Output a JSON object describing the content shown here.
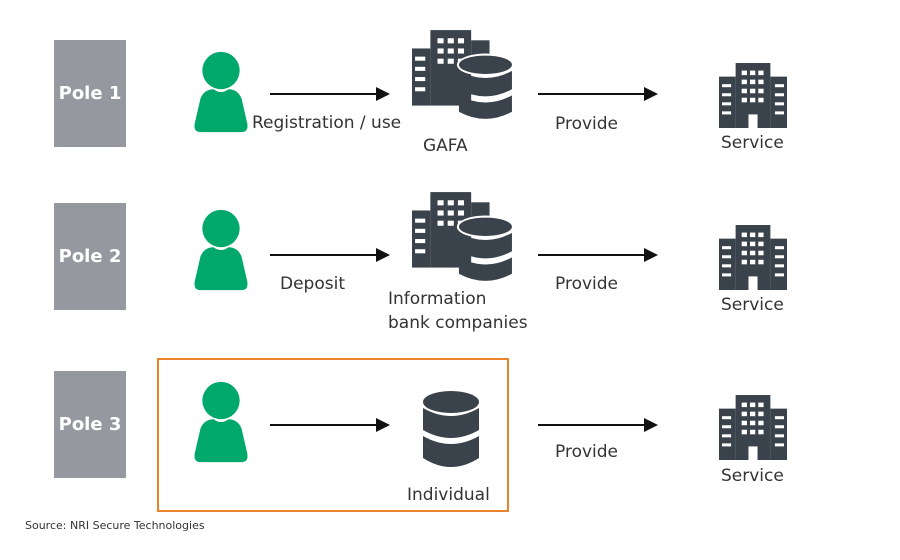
{
  "poles": [
    {
      "label": "Pole 1",
      "action": "Registration / use",
      "holder": "GAFA",
      "flow": "Provide",
      "target": "Service"
    },
    {
      "label": "Pole 2",
      "action": "Deposit",
      "holder_lines": [
        "Information",
        "bank companies"
      ],
      "flow": "Provide",
      "target": "Service"
    },
    {
      "label": "Pole 3",
      "action": "",
      "holder": "Individual",
      "flow": "Provide",
      "target": "Service"
    }
  ],
  "colors": {
    "person": "#00a86b",
    "icon": "#3a434b",
    "pole": "#95989e",
    "highlight": "#e8832a"
  },
  "source": "Source: NRI Secure Technologies"
}
